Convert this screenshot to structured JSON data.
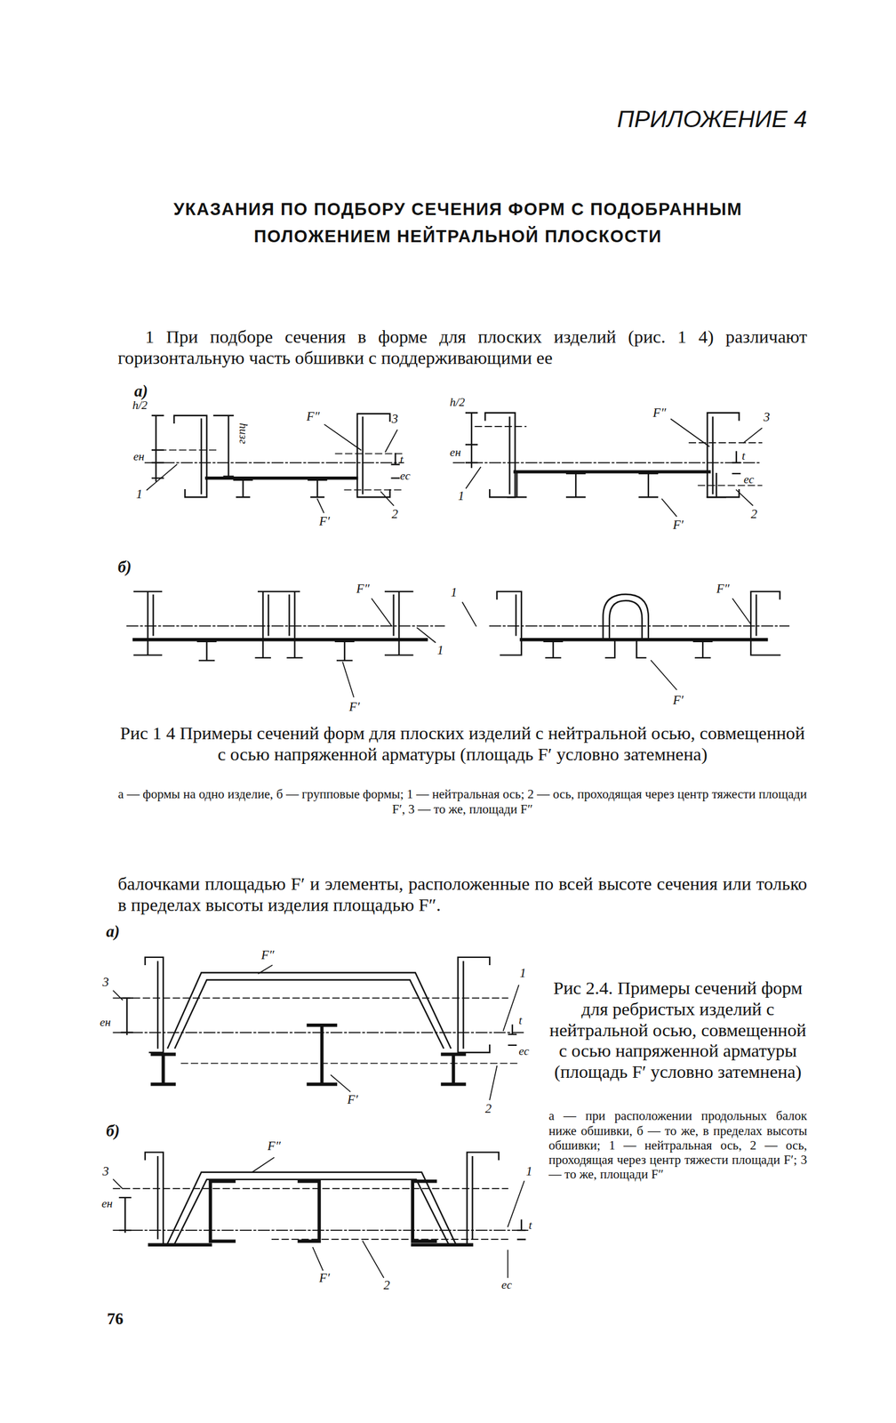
{
  "diagram": {
    "title": "УКАЗАНИЯ ПО ПОДБОРУ СЕЧЕНИЯ ФОРМ С ПОДОБРАННЫМ ПОЛОЖЕНИЕМ НЕЙТРАЛЬНОЙ ПЛОСКОСТИ",
    "labels": [
      "ПРИЛОЖЕНИЕ 4",
      "1 При подборе сечения в форме для плоских изделий (рис. 1 4) различают горизонтальную часть обшивки с поддерживающими ее",
      "а)",
      "h/2",
      "eн",
      "1",
      "hизг",
      "F″",
      "3",
      "t",
      "eс",
      "2",
      "F′",
      "h/2",
      "eн",
      "1",
      "F″",
      "3",
      "t",
      "eс",
      "2",
      "F′",
      "б)",
      "F″",
      "1",
      "F′",
      "1",
      "F″",
      "F′",
      "Рис 1 4 Примеры сечений форм для плоских изделий с нейтральной осью, совмещенной с осью напряженной арматуры (площадь F′ условно затемнена)",
      "а — формы на одно изделие, б — групповые формы; 1 — нейтральная ось; 2 — ось, проходящая через центр тяжести площади F′, 3 — то же, площади F″",
      "балочками площадью F′ и элементы, расположенные по всей высоте сечения или только в пределах высоты изделия площадью F″.",
      "а)",
      "3",
      "eн",
      "F″",
      "1",
      "t",
      "eс",
      "F′",
      "2",
      "Рис 2.4. Примеры сечений форм для ребристых изделий с нейтральной осью, совмещенной с осью напряженной арматуры (площадь F′ условно затемнена)",
      "а — при расположении продольных балок ниже обшивки, б — то же, в пределах высоты обшивки; 1 — нейтральная ось, 2 — ось, проходящая через центр тяжести площади F′; 3 — то же, площади F″",
      "б)",
      "F″",
      "3",
      "eн",
      "1",
      "t",
      "F′",
      "2",
      "eс",
      "76"
    ]
  }
}
